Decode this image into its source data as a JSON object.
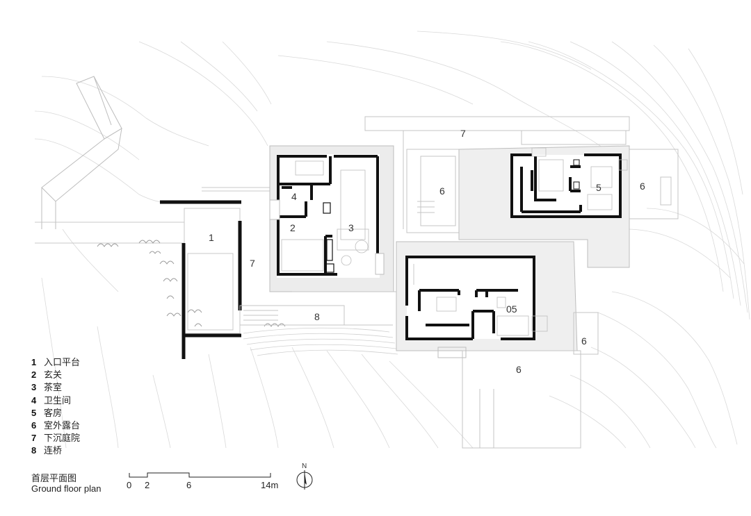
{
  "room_labels": {
    "r1": "1",
    "r2": "2",
    "r3": "3",
    "r4": "4",
    "r5": "5",
    "r6a": "6",
    "r6b": "6",
    "r6c": "6",
    "r6d": "6",
    "r7a": "7",
    "r7b": "7",
    "r8": "8",
    "r05": "05"
  },
  "legend": [
    {
      "num": "1",
      "text": "入口平台"
    },
    {
      "num": "2",
      "text": "玄关"
    },
    {
      "num": "3",
      "text": "茶室"
    },
    {
      "num": "4",
      "text": "卫生间"
    },
    {
      "num": "5",
      "text": "客房"
    },
    {
      "num": "6",
      "text": "室外露台"
    },
    {
      "num": "7",
      "text": "下沉庭院"
    },
    {
      "num": "8",
      "text": "连桥"
    }
  ],
  "title": {
    "zh": "首层平面图",
    "en": "Ground floor plan"
  },
  "scale": {
    "t0": "0",
    "t1": "2",
    "t2": "6",
    "t3": "14m"
  },
  "north": "N"
}
